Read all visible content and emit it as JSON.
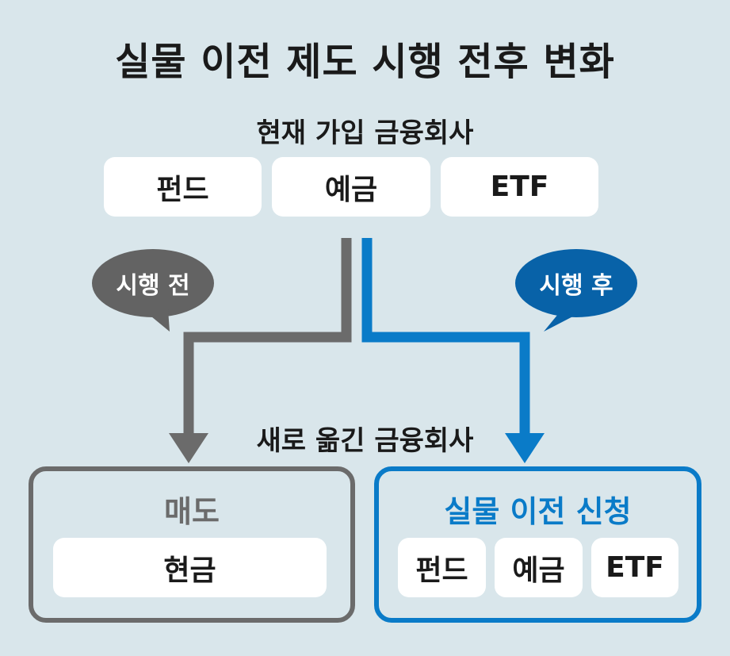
{
  "title": "실물 이전 제도 시행 전후 변화",
  "current": {
    "label": "현재 가입 금융회사",
    "items": [
      "펀드",
      "예금",
      "ETF"
    ]
  },
  "before": {
    "bubble": "시행 전",
    "box_title": "매도",
    "items": [
      "현금"
    ]
  },
  "after": {
    "bubble": "시행 후",
    "box_title": "실물 이전 신청",
    "items": [
      "펀드",
      "예금",
      "ETF"
    ]
  },
  "new_label": "새로 옮긴 금융회사",
  "colors": {
    "background": "#d9e6eb",
    "before_gray": "#6b6b6b",
    "after_blue": "#0a7bc8",
    "bubble_blue": "#0862a8"
  }
}
